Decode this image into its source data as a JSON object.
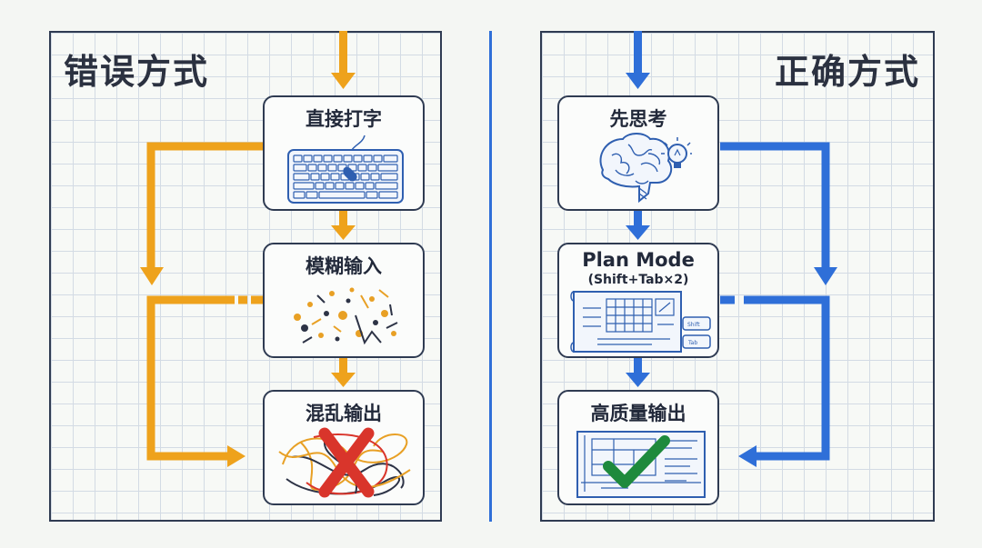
{
  "left_panel": {
    "heading": "错误方式",
    "steps": [
      {
        "title": "直接打字",
        "icon": "keyboard-icon"
      },
      {
        "title": "模糊输入",
        "icon": "scattered-dots-icon"
      },
      {
        "title": "混乱输出",
        "icon": "tangled-x-icon"
      }
    ]
  },
  "right_panel": {
    "heading": "正确方式",
    "steps": [
      {
        "title": "先思考",
        "icon": "brain-lightbulb-icon"
      },
      {
        "title": "Plan Mode",
        "subtitle": "(Shift+Tab×2)",
        "icon": "blueprint-icon"
      },
      {
        "title": "高质量输出",
        "icon": "checkmark-document-icon"
      }
    ]
  },
  "colors": {
    "wrong_accent": "#eea21c",
    "right_accent": "#2f6fd8",
    "error_red": "#d9352b",
    "success_green": "#1e8a3c",
    "box_border": "#2f3b52"
  }
}
